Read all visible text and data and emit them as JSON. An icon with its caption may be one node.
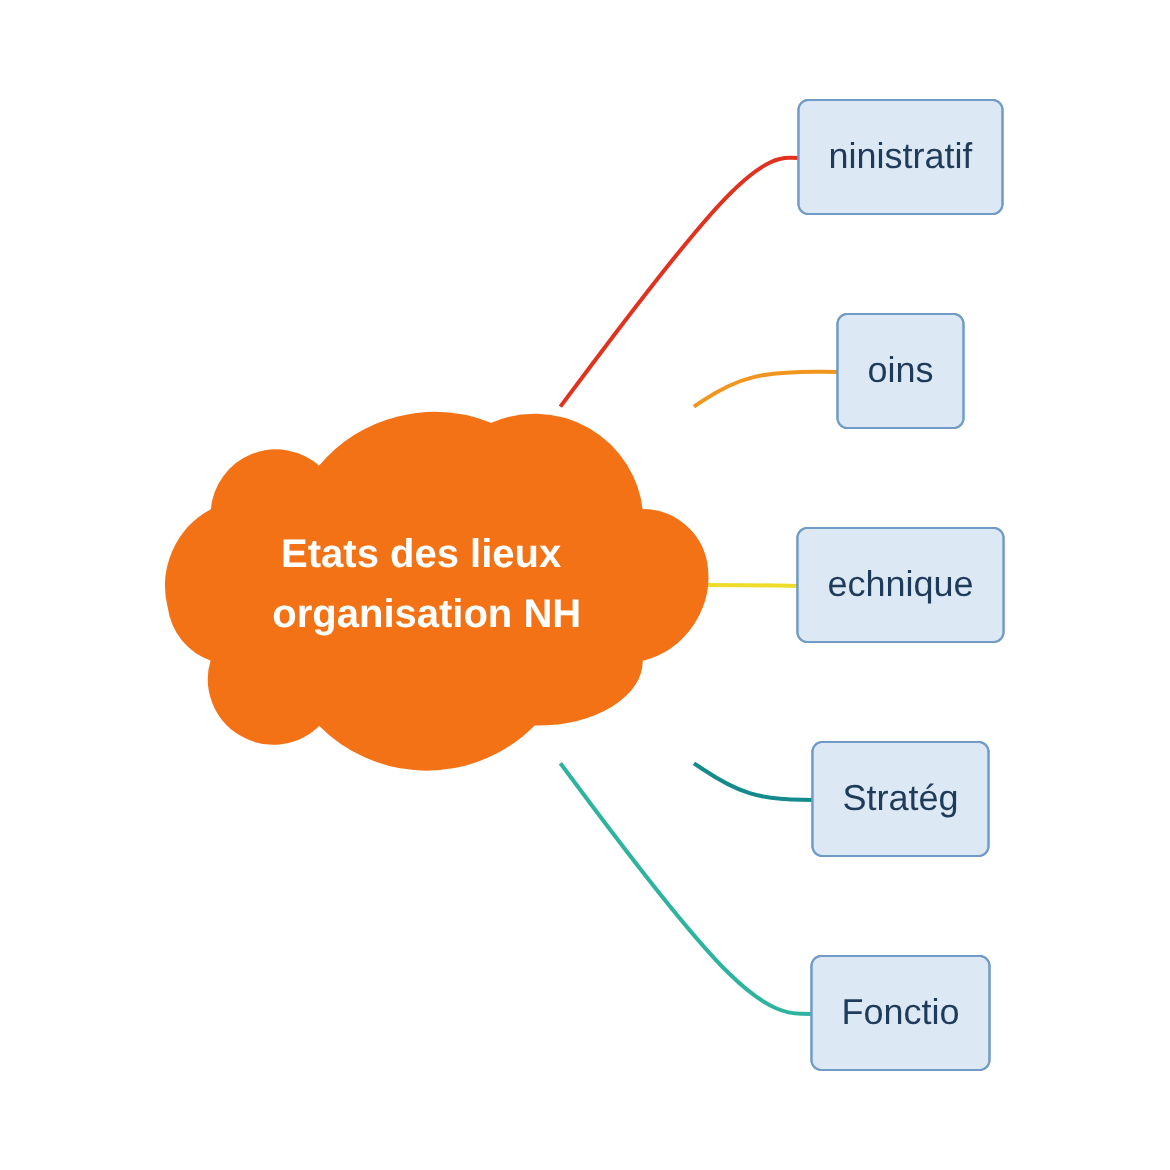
{
  "diagram": {
    "nodes": [
      {
        "text": [
          "Etats des lieux organisation NH"
        ]
      },
      {
        "text": [
          "ninistratif"
        ]
      },
      {
        "text": [
          "oins"
        ]
      },
      {
        "text": [
          "echnique"
        ]
      },
      {
        "text": [
          "Stratég"
        ]
      },
      {
        "text": [
          "Fonctio"
        ]
      }
    ],
    "edges": [
      {
        "from": 0,
        "to": 1,
        "arrow": "none",
        "color": "#e0321e"
      },
      {
        "from": 0,
        "to": 2,
        "arrow": "none",
        "color": "#f0961e"
      },
      {
        "from": 0,
        "to": 3,
        "arrow": "none",
        "color": "#eedc28"
      },
      {
        "from": 0,
        "to": 4,
        "arrow": "none",
        "color": "#138a8c"
      },
      {
        "from": 0,
        "to": 5,
        "arrow": "none",
        "color": "#2db39e"
      }
    ]
  }
}
